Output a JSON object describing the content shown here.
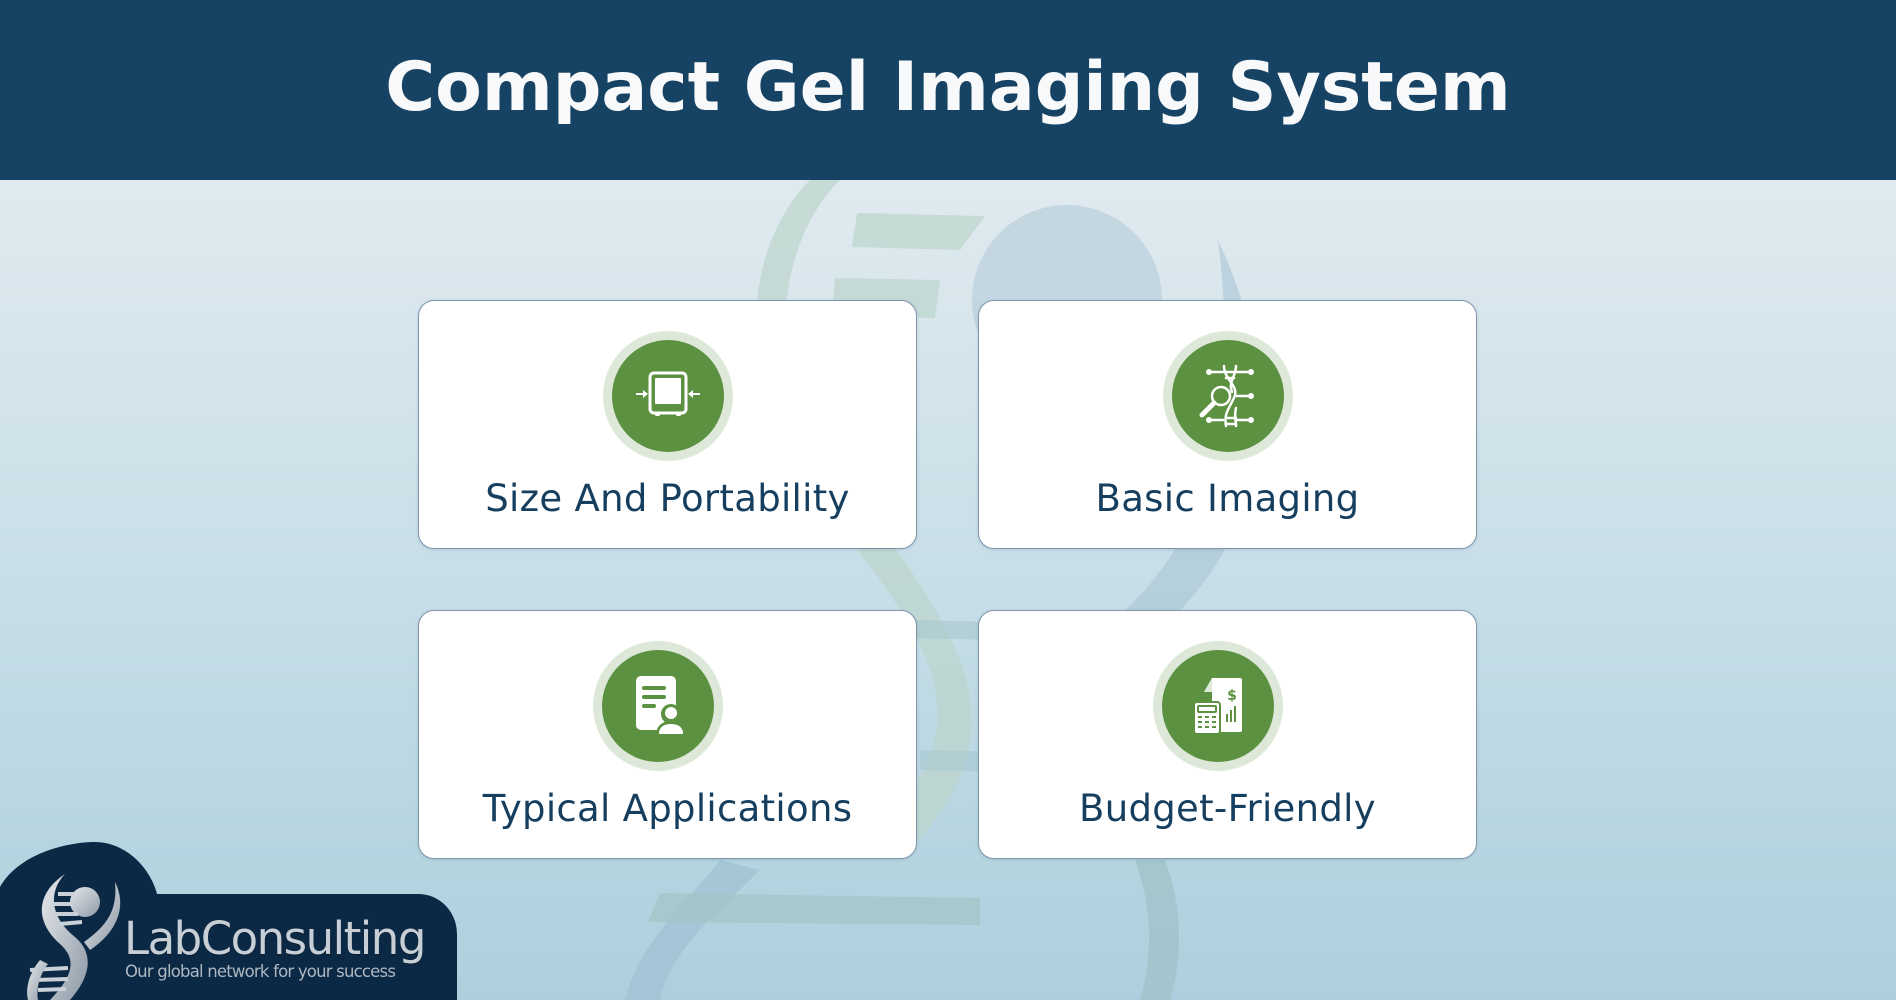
{
  "header": {
    "title": "Compact Gel Imaging System"
  },
  "cards": [
    {
      "label": "Size And Portability",
      "icon": "compact-device-icon"
    },
    {
      "label": "Basic Imaging",
      "icon": "dna-magnifier-icon"
    },
    {
      "label": "Typical Applications",
      "icon": "document-user-icon"
    },
    {
      "label": "Budget-Friendly",
      "icon": "calculator-invoice-icon"
    }
  ],
  "logo": {
    "brand": "LabConsulting",
    "tagline": "Our global network for your success"
  },
  "colors": {
    "header_bg": "#164263",
    "title_text": "#f8f9fa",
    "card_label": "#163f5f",
    "icon_green": "#5b9140",
    "icon_ring": "#dde8d8",
    "logo_bg": "#0b2944"
  }
}
